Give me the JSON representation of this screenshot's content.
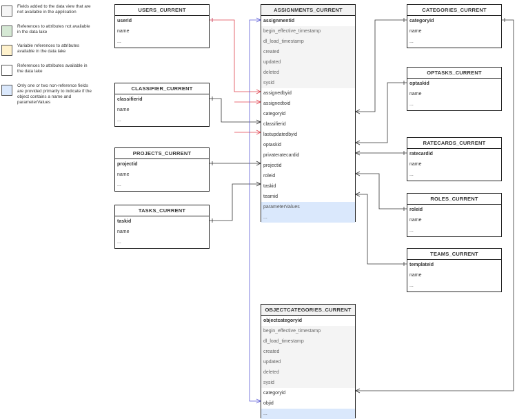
{
  "legend": [
    {
      "text": "Fields added to the data view that are not available in the application",
      "color": "#f5f5f5"
    },
    {
      "text": "References to attributes not available in the data lake",
      "color": "#d5e8d4"
    },
    {
      "text": "Variable references to attributes available in the data lake",
      "color": "#fff2cc"
    },
    {
      "text": "References to attributes available in the data lake",
      "color": "#ffffff"
    },
    {
      "text": "Only one or two non-reference fields are provided primarily to indicate if the object contains a name and parameterValues",
      "color": "#dae8fc"
    }
  ],
  "entities": {
    "users": {
      "title": "USERS_CURRENT",
      "rows": [
        "userid",
        "name",
        "..."
      ]
    },
    "classifier": {
      "title": "CLASSIFIER_CURRENT",
      "rows": [
        "classifierid",
        "name",
        "..."
      ]
    },
    "projects": {
      "title": "PROJECTS_CURRENT",
      "rows": [
        "projectid",
        "name",
        "..."
      ]
    },
    "tasks": {
      "title": "TASKS_CURRENT",
      "rows": [
        "taskid",
        "name",
        "..."
      ]
    },
    "assignments": {
      "title": "ASSIGNMENTS_CURRENT",
      "rows": [
        "assignmentid",
        "begin_effective_timestamp",
        "dl_load_timestamp",
        "created",
        "updated",
        "deleted",
        "sysid",
        "assignedbyid",
        "assignedtoid",
        "categoryid",
        "classifierid",
        "lastupdatedbyid",
        "optaskid",
        "privateratecardid",
        "projectid",
        "roleid",
        "taskid",
        "teamid",
        "parameterValues",
        "..."
      ]
    },
    "objectcategories": {
      "title": "OBJECTCATEGORIES_CURRENT",
      "rows": [
        "objectcategoryid",
        "begin_effective_timestamp",
        "dl_load_timestamp",
        "created",
        "updated",
        "deleted",
        "sysid",
        "categoryid",
        "objid",
        "..."
      ]
    },
    "categories": {
      "title": "CATEGORIES_CURRENT",
      "rows": [
        "categoryid",
        "name",
        "..."
      ]
    },
    "optasks": {
      "title": "OPTASKS_CURRENT",
      "rows": [
        "optaskid",
        "name",
        "..."
      ]
    },
    "ratecards": {
      "title": "RATECARDS_CURRENT",
      "rows": [
        "ratecardid",
        "name",
        "..."
      ]
    },
    "roles": {
      "title": "ROLES_CURRENT",
      "rows": [
        "roleid",
        "name",
        "..."
      ]
    },
    "teams": {
      "title": "TEAMS_CURRENT",
      "rows": [
        "templateid",
        "name",
        "..."
      ]
    }
  },
  "colors": {
    "users_link": "#e0434f",
    "objid_link": "#5b5bd6",
    "link": "#333333",
    "meta_fill": "#f4f4f4",
    "param_fill": "#dae8fc"
  }
}
